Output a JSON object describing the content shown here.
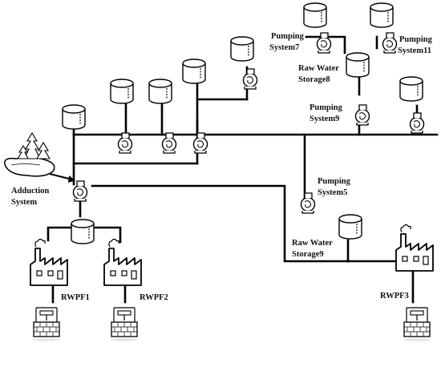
{
  "labels": {
    "adduction_1": "Adduction",
    "adduction_2": "System",
    "ps7_1": "Pumping",
    "ps7_2": "System7",
    "ps11_1": "Pumping",
    "ps11_2": "System11",
    "rws8_1": "Raw Water",
    "rws8_2": "Storage8",
    "ps9_1": "Pumping",
    "ps9_2": "System9",
    "ps5_1": "Pumping",
    "ps5_2": "System5",
    "rws9_1": "Raw Water",
    "rws9_2": "Storage9",
    "rwpf1": "RWPF1",
    "rwpf2": "RWPF2",
    "rwpf3": "RWPF3"
  },
  "colors": {
    "line": "#000000",
    "background": "#ffffff",
    "text": "#111111"
  },
  "icons": [
    "water-source-icon",
    "storage-tank-icon",
    "pump-icon",
    "factory-icon",
    "well-icon"
  ]
}
